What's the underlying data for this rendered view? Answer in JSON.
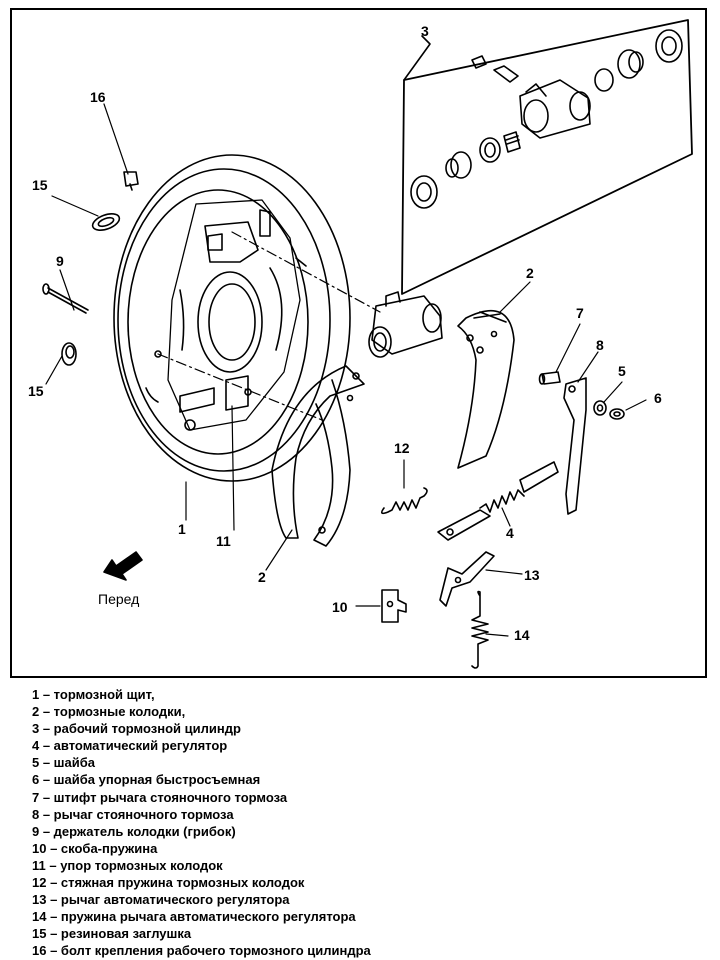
{
  "callouts": {
    "c1": "1",
    "c2a": "2",
    "c2b": "2",
    "c3": "3",
    "c4": "4",
    "c5": "5",
    "c6": "6",
    "c7": "7",
    "c8": "8",
    "c9": "9",
    "c10": "10",
    "c11": "11",
    "c12": "12",
    "c13": "13",
    "c14": "14",
    "c15a": "15",
    "c15b": "15",
    "c16": "16"
  },
  "direction_label": "Перед",
  "legend": [
    "1 – тормозной щит,",
    "2 – тормозные колодки,",
    "3 – рабочий тормозной цилиндр",
    "4 – автоматический регулятор",
    "5 – шайба",
    "6 – шайба упорная быстросъемная",
    "7 – штифт рычага стояночного тормоза",
    "8 – рычаг стояночного тормоза",
    "9 – держатель колодки (грибок)",
    "10 – скоба-пружина",
    "11 – упор тормозных колодок",
    "12 – стяжная пружина тормозных колодок",
    "13 – рычаг автоматического регулятора",
    "14 – пружина рычага автоматического регулятора",
    "15 – резиновая заглушка",
    "16 – болт крепления рабочего тормозного цилиндра"
  ]
}
